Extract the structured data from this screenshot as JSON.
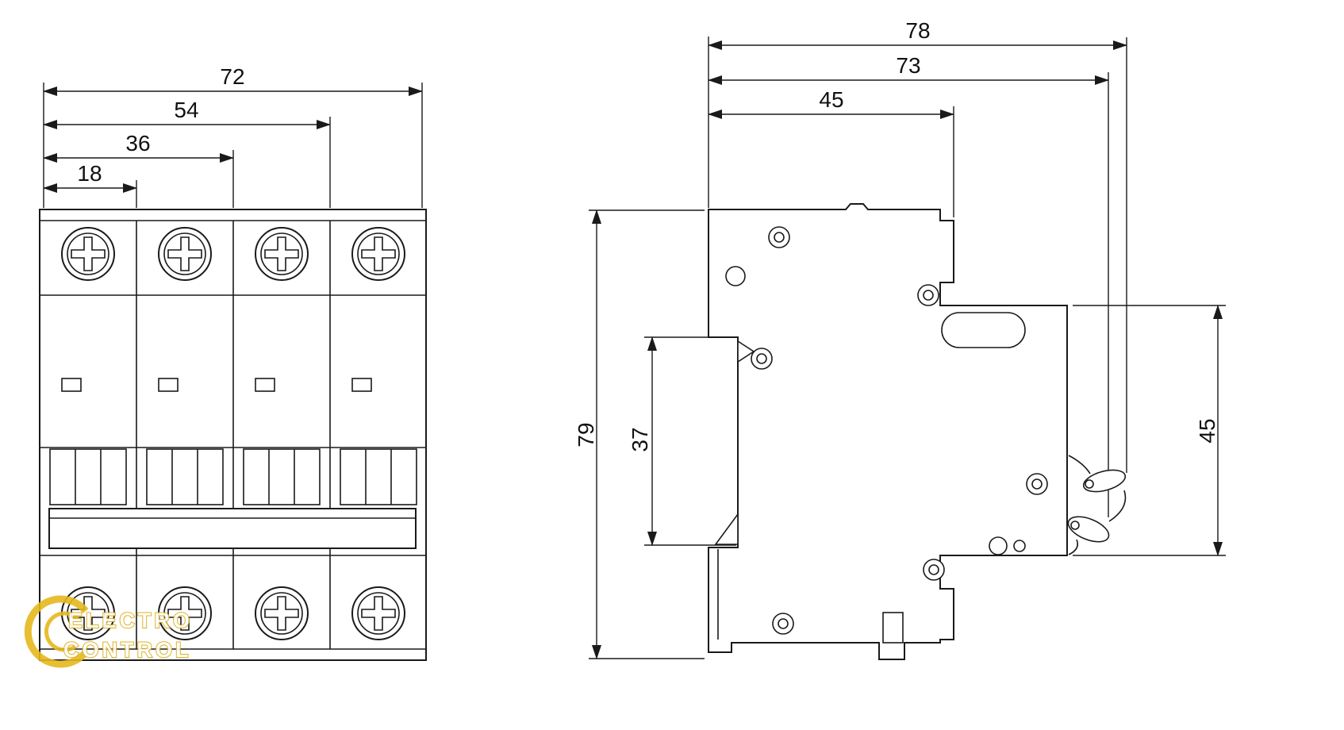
{
  "front": {
    "dim_total_width": "72",
    "dim_three_modules": "54",
    "dim_two_modules": "36",
    "dim_one_module": "18"
  },
  "side": {
    "dim_depth_total": "78",
    "dim_depth_body": "73",
    "dim_depth_front": "45",
    "dim_height_total": "79",
    "dim_rail_recess": "37",
    "dim_front_height": "45"
  },
  "watermark": {
    "line1": "ELECTRO",
    "line2": "CONTROL"
  },
  "colors": {
    "line": "#1a1a1a",
    "watermark_gold": "#e6b91e",
    "background": "#ffffff"
  }
}
